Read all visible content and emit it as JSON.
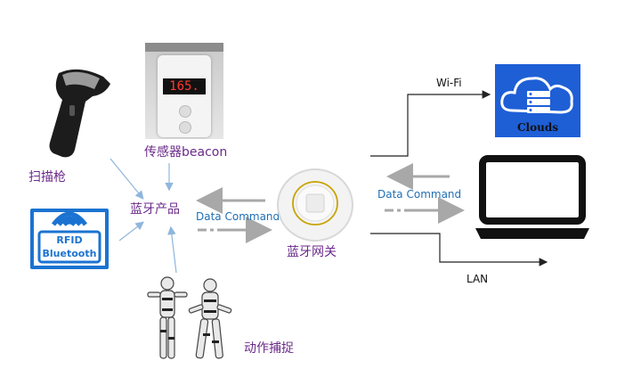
{
  "labels": {
    "scanner": "扫描枪",
    "sensor": "传感器beacon",
    "ble_product": "蓝牙产品",
    "motion_capture": "动作捕捉",
    "gateway": "蓝牙网关",
    "data_command_left": "Data Command",
    "data_command_right": "Data Command",
    "wifi": "Wi-Fi",
    "lan": "LAN",
    "clouds": "Clouds"
  },
  "rfid_card": {
    "line1": "RFID",
    "line2": "Bluetooth"
  },
  "sensor_display": "165.",
  "colors": {
    "accent_blue": "#1f6fb5",
    "label_purple": "#6b2a8a",
    "arrow_gray": "#a8a8a8",
    "cloud_tile": "#1e5fd6",
    "rfid_blue": "#1b73d1"
  },
  "icons": [
    "barcode-scanner-icon",
    "rfid-bluetooth-icon",
    "sensor-beacon-icon",
    "motion-capture-icon",
    "gateway-device-icon",
    "cloud-server-icon",
    "laptop-icon"
  ]
}
